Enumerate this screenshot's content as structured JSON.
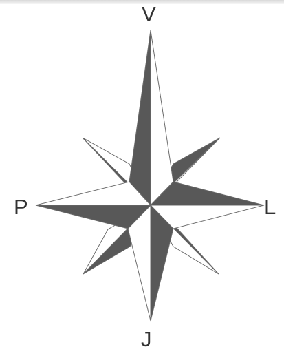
{
  "diagram": {
    "labels": {
      "north": "V",
      "west": "P",
      "east": "L",
      "south": "J"
    },
    "colors": {
      "dark_fill": "#585858",
      "light_fill": "#ffffff",
      "stroke": "#6b6b6b",
      "text": "#333333"
    }
  }
}
